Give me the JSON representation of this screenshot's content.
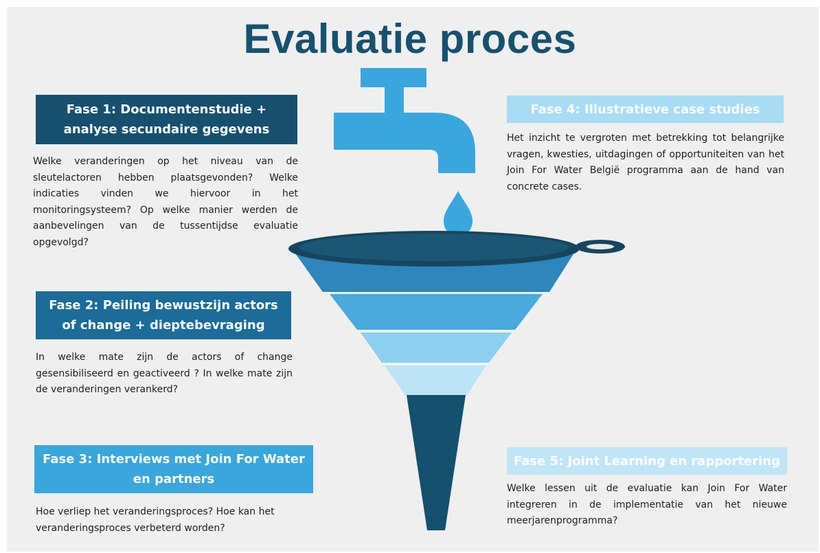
{
  "title": "Evaluatie proces",
  "phases": [
    {
      "heading": "Fase 1: Documentenstudie + analyse secundaire gegevens",
      "text": "Welke veranderingen op het niveau van de sleutelactoren hebben plaatsgevonden? Welke indicaties vinden we hiervoor in het monitoringsysteem? Op welke manier werden de aanbevelingen van de tussentijdse evaluatie opgevolgd?"
    },
    {
      "heading": "Fase 2: Peiling bewustzijn actors of change + dieptebevraging",
      "text": "In welke mate zijn de actors of change gesensibiliseerd en geactiveerd ? In welke mate zijn de veranderingen verankerd?"
    },
    {
      "heading": "Fase 3: Interviews met Join For Water en partners",
      "text": "Hoe verliep het veranderingsproces? Hoe kan het veranderingsproces verbeterd worden?"
    },
    {
      "heading": "Fase 4:  Illustratieve case studies",
      "text": "Het inzicht te vergroten met betrekking tot belangrijke vragen, kwesties, uitdagingen of opportuniteiten van het Join For Water België programma aan de hand van concrete cases."
    },
    {
      "heading": "Fase 5:  Joint Learning en rapportering",
      "text": "Welke lessen uit de evaluatie kan Join For Water integreren in de implementatie van het nieuwe meerjarenprogramma?"
    }
  ],
  "colors": {
    "title": "#17516e",
    "fase1": "#17506e",
    "fase2": "#1c6b99",
    "fase3": "#3aa6de",
    "fase4": "#a8dcf4",
    "fase5": "#c0e5f6",
    "tap": "#3aa6de"
  },
  "icons": [
    "water-tap-icon",
    "water-drop-icon",
    "funnel-icon"
  ]
}
